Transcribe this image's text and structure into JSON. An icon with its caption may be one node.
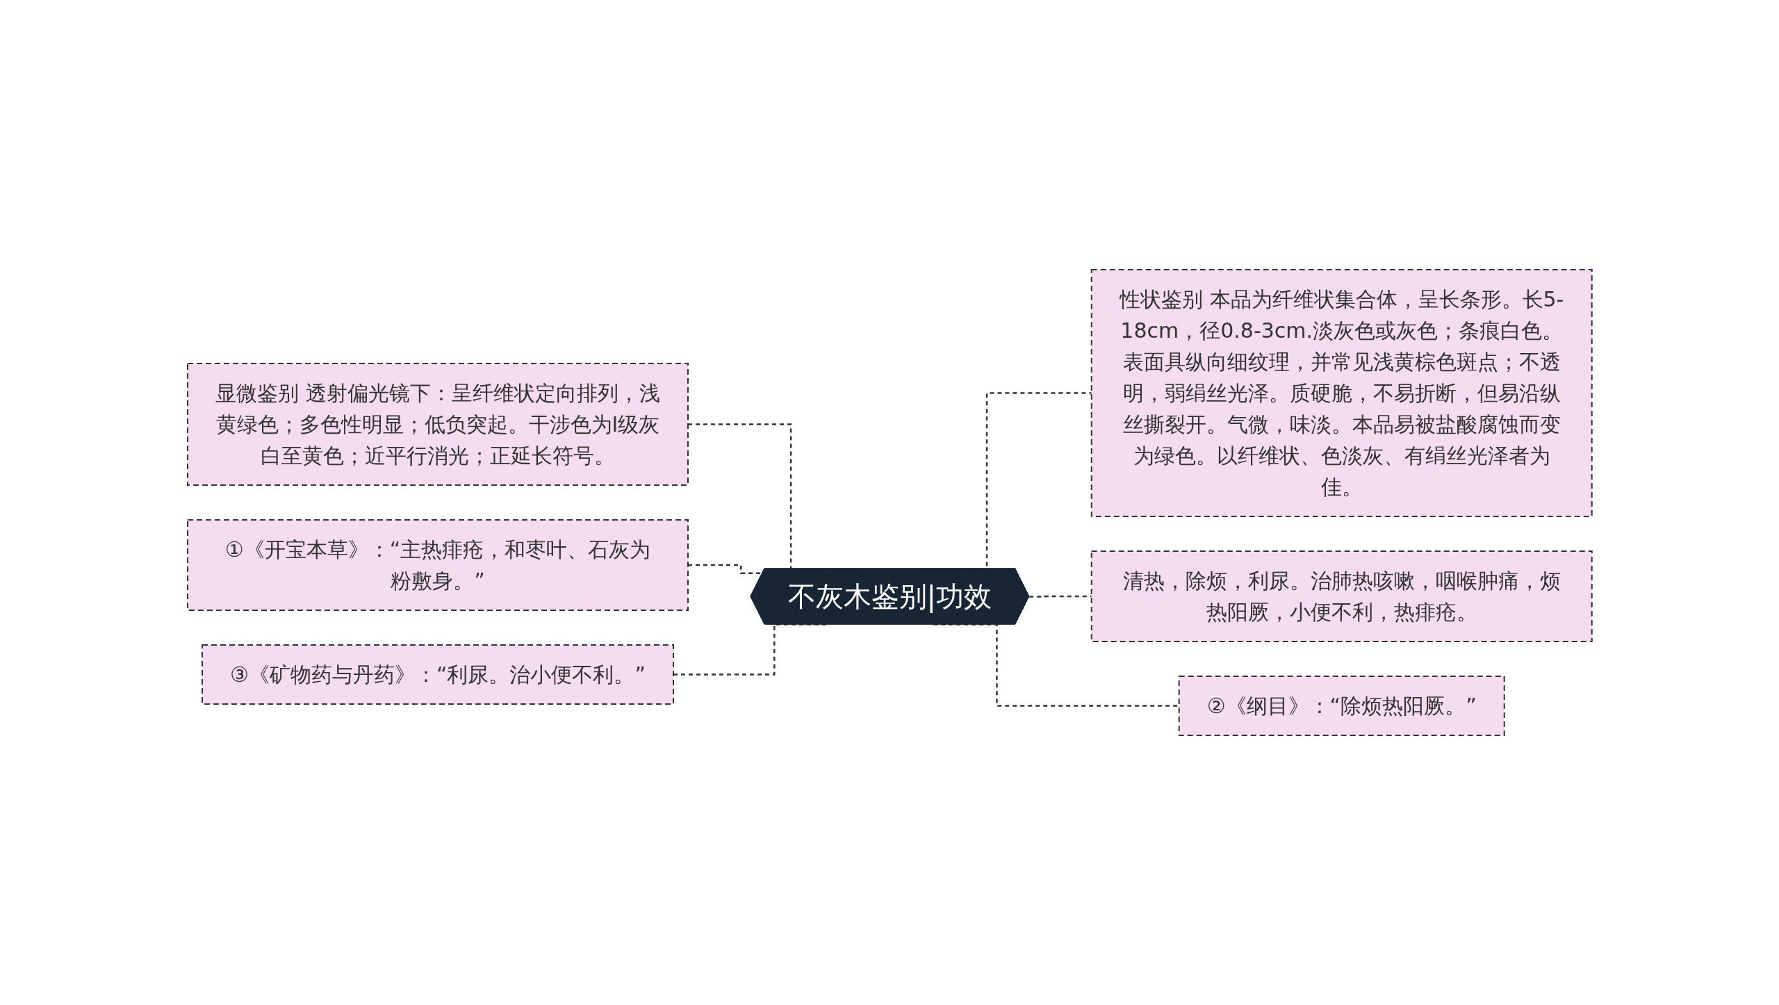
{
  "diagram": {
    "nodes": [
      {
        "text": [
          "不灰木鉴别|功效"
        ]
      },
      {
        "text": [
          "显微鉴别 透射偏光镜下：呈纤维状定向排列，浅黄绿色；多色性明显；低负突起。干涉色为Ⅰ级灰白至黄色；近平行消光；正延长符号。"
        ]
      },
      {
        "text": [
          "①《开宝本草》：“主热痱疮，和枣叶、石灰为粉敷身。”"
        ]
      },
      {
        "text": [
          "③《矿物药与丹药》：“利尿。治小便不利。”"
        ]
      },
      {
        "text": [
          "性状鉴别 本品为纤维状集合体，呈长条形。长5-18cm，径0.8-3cm.淡灰色或灰色；条痕白色。表面具纵向细纹理，并常见浅黄棕色斑点；不透明，弱绢丝光泽。质硬脆，不易折断，但易沿纵丝撕裂开。气微，味淡。本品易被盐酸腐蚀而变为绿色。以纤维状、色淡灰、有绢丝光泽者为佳。"
        ]
      },
      {
        "text": [
          "清热，除烦，利尿。治肺热咳嗽，咽喉肿痛，烦热阳厥，小便不利，热痱疮。"
        ]
      },
      {
        "text": [
          "②《纲目》：“除烦热阳厥。”"
        ]
      }
    ],
    "edges": [
      {
        "from": 0,
        "to": 1,
        "arrow": "none",
        "style": "dashed"
      },
      {
        "from": 0,
        "to": 2,
        "arrow": "none",
        "style": "dashed"
      },
      {
        "from": 0,
        "to": 3,
        "arrow": "none",
        "style": "dashed"
      },
      {
        "from": 0,
        "to": 4,
        "arrow": "none",
        "style": "dashed"
      },
      {
        "from": 0,
        "to": 5,
        "arrow": "none",
        "style": "dashed"
      },
      {
        "from": 0,
        "to": 6,
        "arrow": "none",
        "style": "dashed"
      }
    ]
  }
}
